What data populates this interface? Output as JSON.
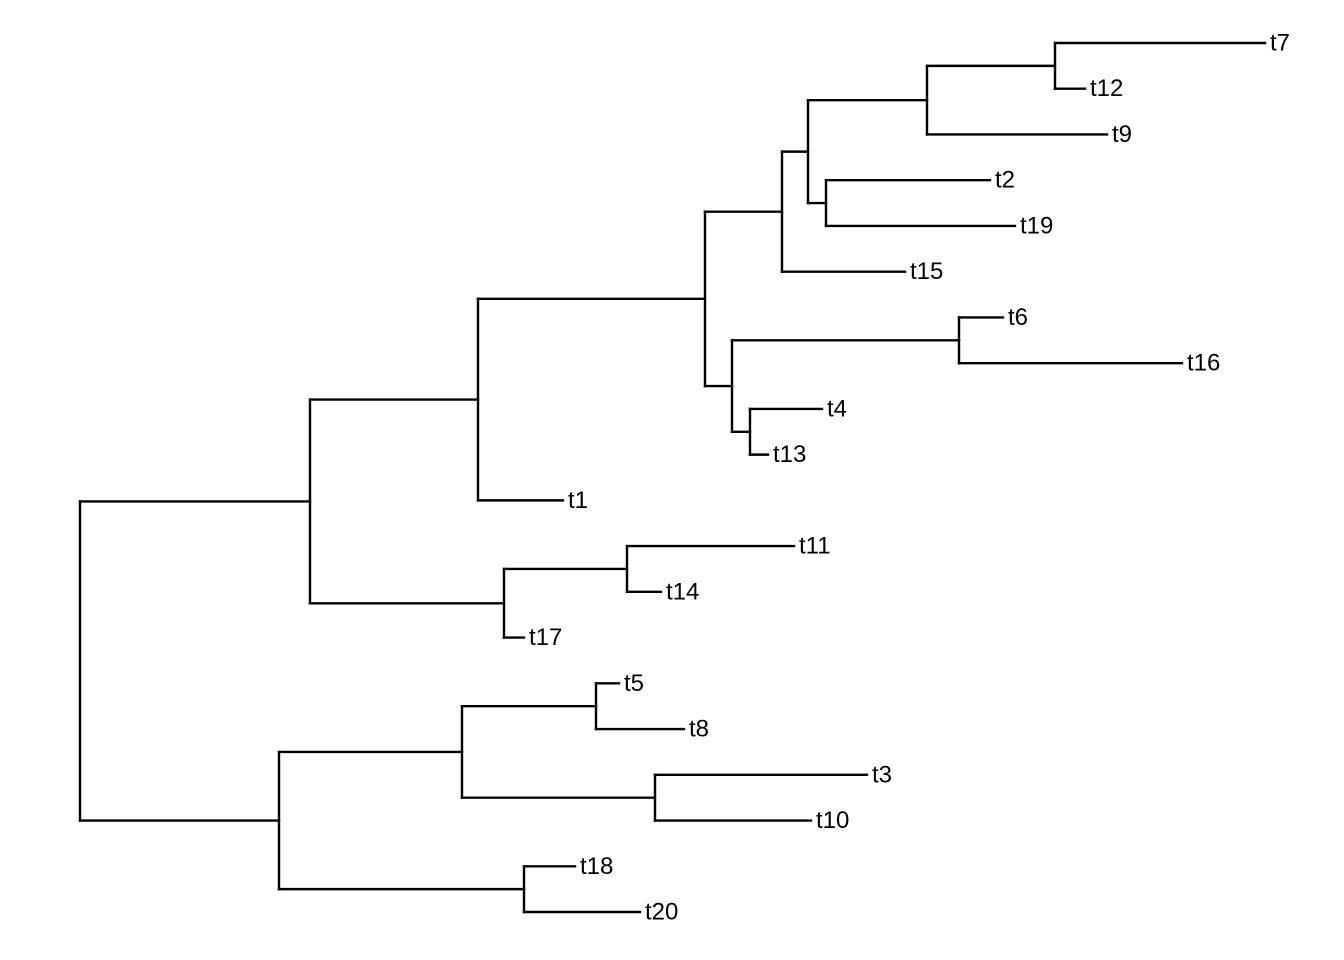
{
  "chart_data": {
    "type": "phylogram",
    "orientation": "rightwards",
    "line_color": "#000000",
    "tip_order": [
      "t7",
      "t12",
      "t9",
      "t2",
      "t19",
      "t15",
      "t6",
      "t16",
      "t4",
      "t13",
      "t1",
      "t11",
      "t14",
      "t17",
      "t5",
      "t8",
      "t3",
      "t10",
      "t18",
      "t20"
    ],
    "tree": {
      "children": [
        {
          "length": 2.3,
          "children": [
            {
              "length": 1.68,
              "children": [
                {
                  "length": 2.27,
                  "children": [
                    {
                      "length": 0.77,
                      "children": [
                        {
                          "length": 0.26,
                          "children": [
                            {
                              "length": 1.19,
                              "children": [
                                {
                                  "length": 1.28,
                                  "children": [
                                    {
                                      "name": "t7",
                                      "length": 2.1
                                    },
                                    {
                                      "name": "t12",
                                      "length": 0.3
                                    }
                                  ]
                                },
                                {
                                  "name": "t9",
                                  "length": 1.8
                                }
                              ]
                            },
                            {
                              "length": 0.18,
                              "children": [
                                {
                                  "name": "t2",
                                  "length": 1.64
                                },
                                {
                                  "name": "t19",
                                  "length": 1.89
                                }
                              ]
                            }
                          ]
                        },
                        {
                          "name": "t15",
                          "length": 1.23
                        }
                      ]
                    },
                    {
                      "length": 0.27,
                      "children": [
                        {
                          "length": 2.27,
                          "children": [
                            {
                              "name": "t6",
                              "length": 0.44
                            },
                            {
                              "name": "t16",
                              "length": 2.23
                            }
                          ]
                        },
                        {
                          "length": 0.18,
                          "children": [
                            {
                              "name": "t4",
                              "length": 0.72
                            },
                            {
                              "name": "t13",
                              "length": 0.18
                            }
                          ]
                        }
                      ]
                    }
                  ]
                },
                {
                  "name": "t1",
                  "length": 0.85
                }
              ]
            },
            {
              "length": 1.94,
              "children": [
                {
                  "length": 1.23,
                  "children": [
                    {
                      "name": "t11",
                      "length": 1.67
                    },
                    {
                      "name": "t14",
                      "length": 0.34
                    }
                  ]
                },
                {
                  "name": "t17",
                  "length": 0.2
                }
              ]
            }
          ]
        },
        {
          "length": 1.99,
          "children": [
            {
              "length": 1.83,
              "children": [
                {
                  "length": 1.34,
                  "children": [
                    {
                      "name": "t5",
                      "length": 0.23
                    },
                    {
                      "name": "t8",
                      "length": 0.88
                    }
                  ]
                },
                {
                  "length": 1.93,
                  "children": [
                    {
                      "name": "t3",
                      "length": 2.12
                    },
                    {
                      "name": "t10",
                      "length": 1.56
                    }
                  ]
                }
              ]
            },
            {
              "length": 2.45,
              "children": [
                {
                  "name": "t18",
                  "length": 0.51
                },
                {
                  "name": "t20",
                  "length": 1.16
                }
              ]
            }
          ]
        }
      ]
    }
  }
}
